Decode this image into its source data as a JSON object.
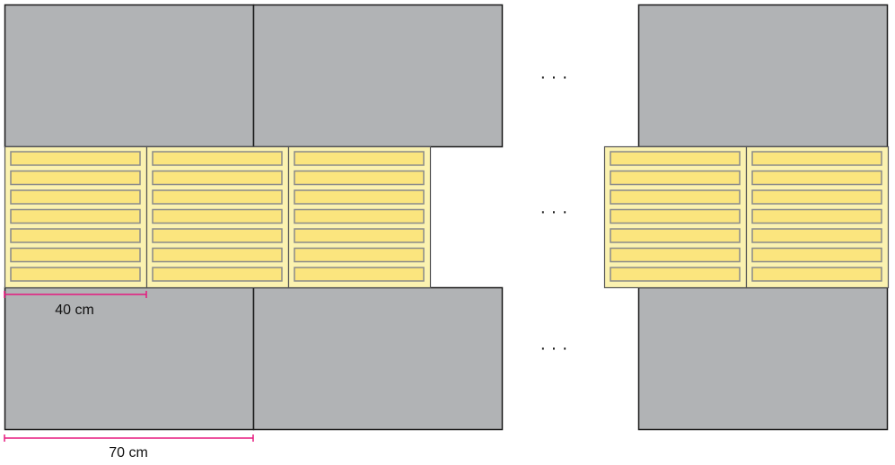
{
  "colors": {
    "slab": "#b1b3b5",
    "slab_stroke": "#1a1a1a",
    "tile": "#fbf2b0",
    "bar": "#fbe57e",
    "bar_stroke": "#8a8a8a",
    "dimension": "#e6197e"
  },
  "tile_bars_per_tile": 7,
  "dimensions": {
    "tile_width_label": "40 cm",
    "slab_width_label": "70 cm"
  },
  "ellipsis": "· · ·"
}
